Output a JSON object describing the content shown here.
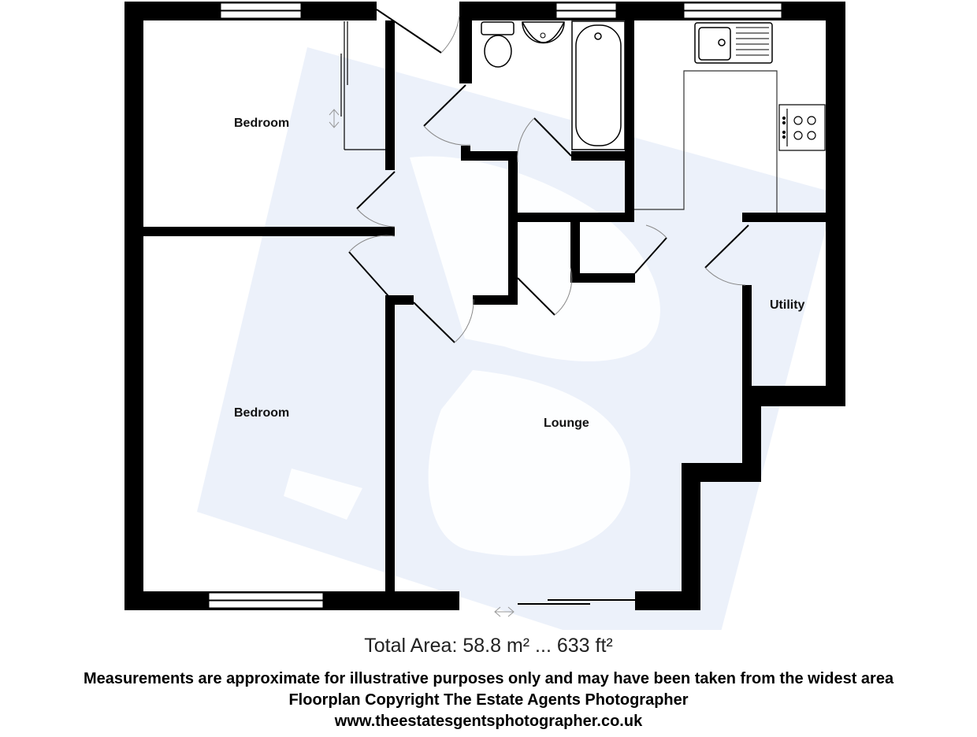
{
  "floorplan": {
    "rooms": [
      {
        "id": "bedroom-1",
        "label": "Bedroom"
      },
      {
        "id": "bedroom-2",
        "label": "Bedroom"
      },
      {
        "id": "lounge",
        "label": "Lounge"
      },
      {
        "id": "utility",
        "label": "Utility"
      }
    ],
    "unlabeled_spaces": [
      "bathroom",
      "kitchen",
      "hallway",
      "cupboard"
    ],
    "fixtures": [
      "toilet-icon",
      "basin-icon",
      "bath-icon",
      "sink-drainer-icon",
      "hob-icon",
      "wardrobe-icon",
      "sliding-door-arrow-icon"
    ],
    "colors": {
      "wall": "#000000",
      "watermark": "#e8eef9",
      "background": "#ffffff",
      "text": "#111111"
    }
  },
  "footer": {
    "total_area": "Total Area: 58.8 m² ... 633 ft²",
    "disclaimer": "Measurements are approximate for illustrative purposes only and may have been taken from the widest area",
    "copyright": "Floorplan Copyright The Estate Agents Photographer",
    "website": "www.theestatesgentsphotographer.co.uk"
  }
}
